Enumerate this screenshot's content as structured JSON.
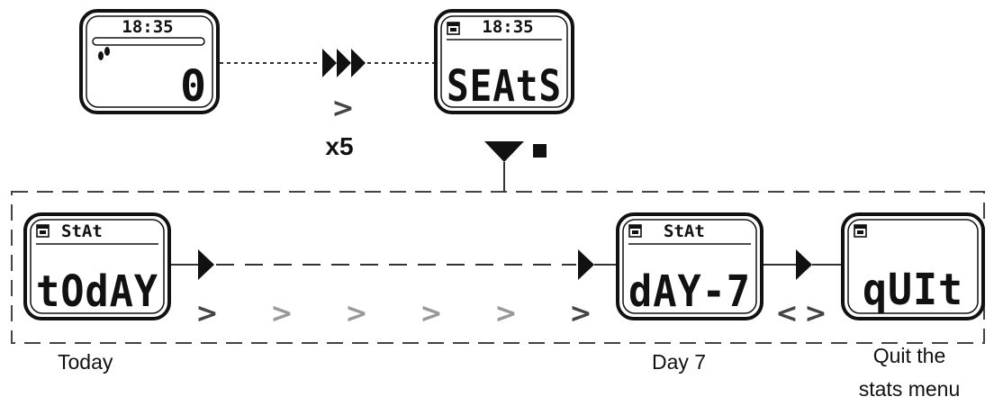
{
  "screens": {
    "home": {
      "time": "18:35",
      "value": "0"
    },
    "stats_entry": {
      "time": "18:35",
      "label": "SEAtS"
    },
    "today": {
      "header": "StAt",
      "value": "tOdAY"
    },
    "day7": {
      "header": "StAt",
      "value": "dAY-7"
    },
    "quit": {
      "value": "qUIt"
    }
  },
  "annotations": {
    "repeat_chevron": ">",
    "repeat_count": "x5",
    "nav_chevron": ">",
    "back_chevron": "<"
  },
  "captions": {
    "today": "Today",
    "day7": "Day 7",
    "quit_line1": "Quit the",
    "quit_line2": "stats menu"
  },
  "icons": {
    "footprint": "footprint-icon",
    "calendar": "calendar-icon",
    "fast_forward": "triple-arrow-icon",
    "down_arrow": "down-arrow-icon",
    "stop_square": "stop-square-icon"
  }
}
